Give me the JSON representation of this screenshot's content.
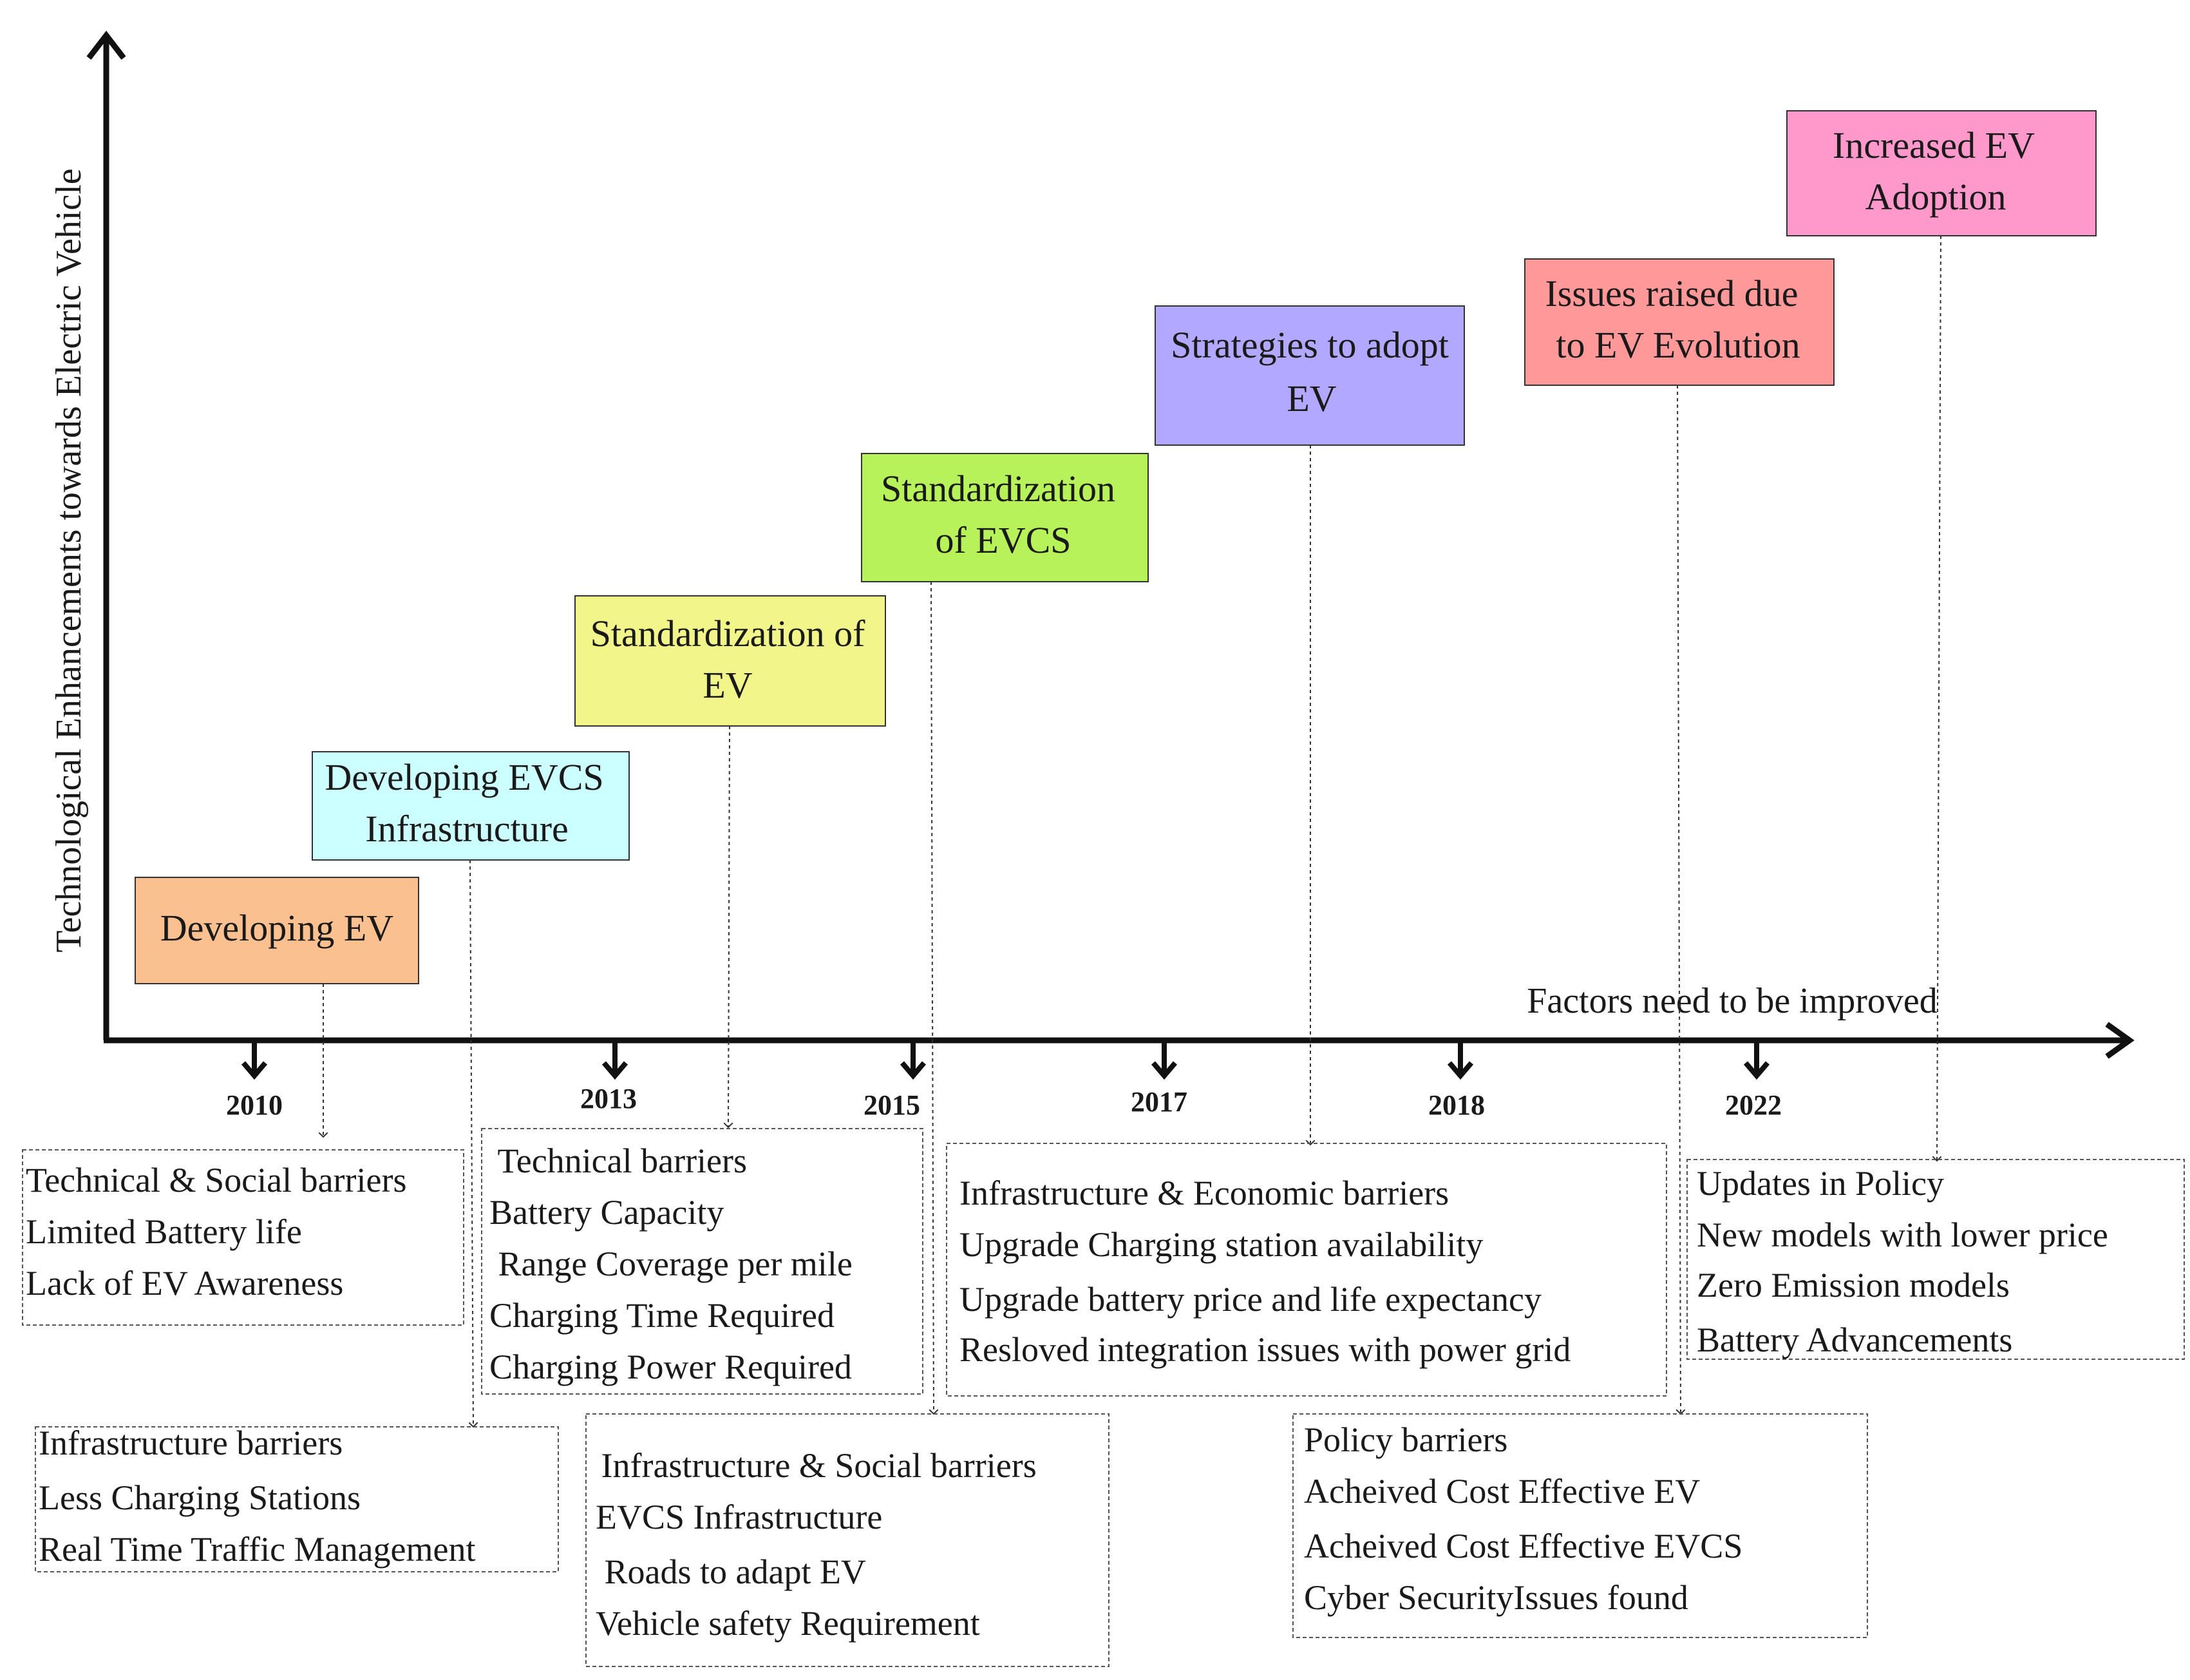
{
  "y_axis_label": "Technological Enhancements towards Electric Vehicle",
  "x_axis_label": "Factors need to be improved",
  "years": [
    "2010",
    "2013",
    "2015",
    "2017",
    "2018",
    "2022"
  ],
  "stages": [
    {
      "lines": [
        "Developing EV"
      ],
      "color": "#FAC090"
    },
    {
      "lines": [
        "Developing EVCS",
        "Infrastructure"
      ],
      "color": "#CCFFFF"
    },
    {
      "lines": [
        "Standardization of",
        "EV"
      ],
      "color": "#F2F58A"
    },
    {
      "lines": [
        "Standardization",
        "of EVCS"
      ],
      "color": "#B7F25A"
    },
    {
      "lines": [
        "Strategies to adopt",
        "EV"
      ],
      "color": "#B3A8FF"
    },
    {
      "lines": [
        "Issues raised due",
        "to EV Evolution"
      ],
      "color": "#FF9999"
    },
    {
      "lines": [
        "Increased EV",
        "Adoption"
      ],
      "color": "#FF99CC"
    }
  ],
  "factors": [
    {
      "lines": [
        "Technical & Social barriers",
        "Limited Battery life",
        "Lack of EV Awareness"
      ]
    },
    {
      "lines": [
        "Infrastructure barriers",
        "Less Charging Stations",
        "Real Time Traffic Management"
      ]
    },
    {
      "lines": [
        " Technical barriers",
        "Battery Capacity",
        " Range Coverage per mile",
        "Charging Time Required",
        "Charging Power Required"
      ]
    },
    {
      "lines": [
        " Infrastructure & Social barriers",
        "EVCS Infrastructure",
        " Roads to adapt EV",
        "Vehicle safety Requirement"
      ]
    },
    {
      "lines": [
        "Infrastructure & Economic barriers",
        "Upgrade Charging station availability",
        "Upgrade battery price and life expectancy",
        "Resloved integration issues with power grid"
      ]
    },
    {
      "lines": [
        "Policy barriers",
        "Acheived Cost Effective EV",
        "Acheived Cost Effective EVCS",
        "Cyber SecurityIssues found"
      ]
    },
    {
      "lines": [
        "Updates in Policy",
        "New models with lower price",
        "Zero Emission models",
        "Battery Advancements"
      ]
    }
  ]
}
